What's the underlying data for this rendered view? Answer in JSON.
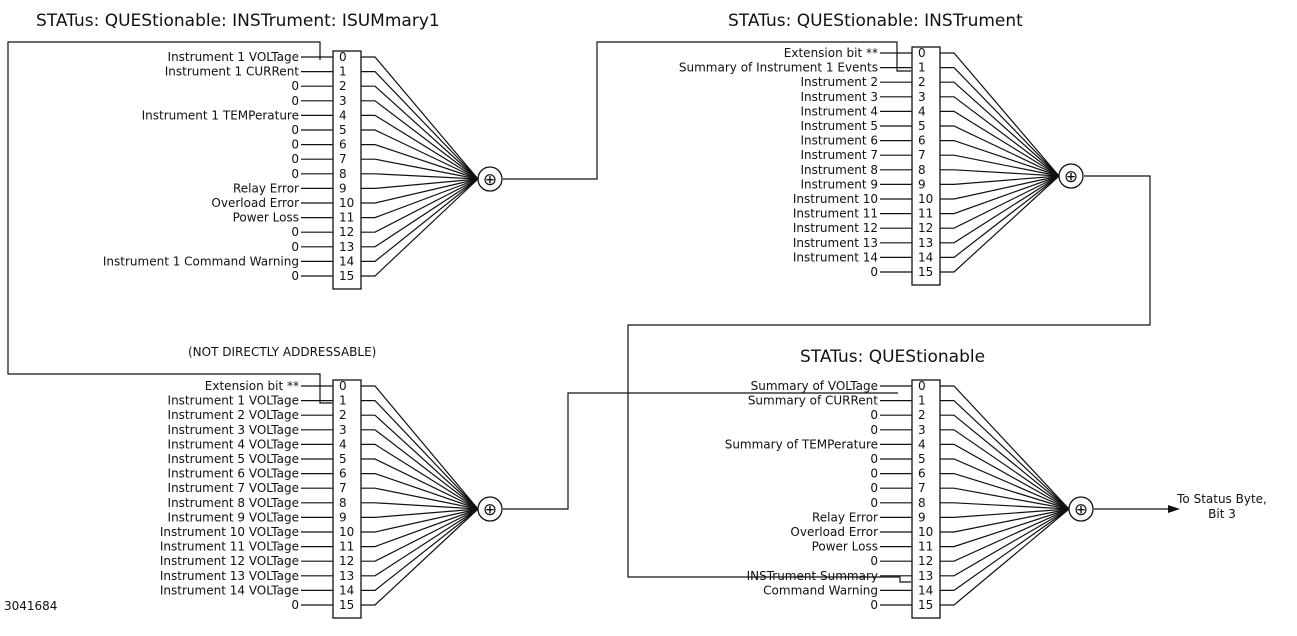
{
  "blocks": [
    {
      "title": "STATus: QUEStionable: INSTrument: ISUMmary1",
      "labels": [
        "Instrument 1 VOLTage",
        "Instrument 1 CURRent",
        "0",
        "0",
        "Instrument 1 TEMPerature",
        "0",
        "0",
        "0",
        "0",
        "Relay Error",
        "Overload Error",
        "Power Loss",
        "0",
        "0",
        "Instrument 1 Command Warning",
        "0"
      ]
    },
    {
      "title": "STATus: QUEStionable: INSTrument",
      "labels": [
        "Extension bit **",
        "Summary of Instrument 1 Events",
        "Instrument 2",
        "Instrument 3",
        "Instrument 4",
        "Instrument 5",
        "Instrument 6",
        "Instrument 7",
        "Instrument 8",
        "Instrument 9",
        "Instrument 10",
        "Instrument 11",
        "Instrument 12",
        "Instrument 13",
        "Instrument 14",
        "0"
      ]
    },
    {
      "title": "(NOT DIRECTLY ADDRESSABLE)",
      "labels": [
        "Extension bit **",
        "Instrument 1 VOLTage",
        "Instrument 2 VOLTage",
        "Instrument 3 VOLTage",
        "Instrument 4 VOLTage",
        "Instrument 5 VOLTage",
        "Instrument 6 VOLTage",
        "Instrument 7 VOLTage",
        "Instrument 8 VOLTage",
        "Instrument 9 VOLTage",
        "Instrument 10 VOLTage",
        "Instrument 11 VOLTage",
        "Instrument 12 VOLTage",
        "Instrument 13 VOLTage",
        "Instrument 14 VOLTage",
        "0"
      ]
    },
    {
      "title": "STATus: QUEStionable",
      "labels": [
        "Summary of VOLTage",
        "Summary of CURRent",
        "0",
        "0",
        "Summary of TEMPerature",
        "0",
        "0",
        "0",
        "0",
        "Relay Error",
        "Overload Error",
        "Power Loss",
        "0",
        "INSTrument Summary",
        "Command Warning",
        "0"
      ]
    }
  ],
  "bit_numbers": [
    "0",
    "1",
    "2",
    "3",
    "4",
    "5",
    "6",
    "7",
    "8",
    "9",
    "10",
    "11",
    "12",
    "13",
    "14",
    "15"
  ],
  "summation_symbol": "⊕",
  "output_label": "To Status Byte, Bit 3",
  "figure_id": "3041684",
  "colors": {
    "ink": "#111111",
    "paper": "#ffffff"
  }
}
